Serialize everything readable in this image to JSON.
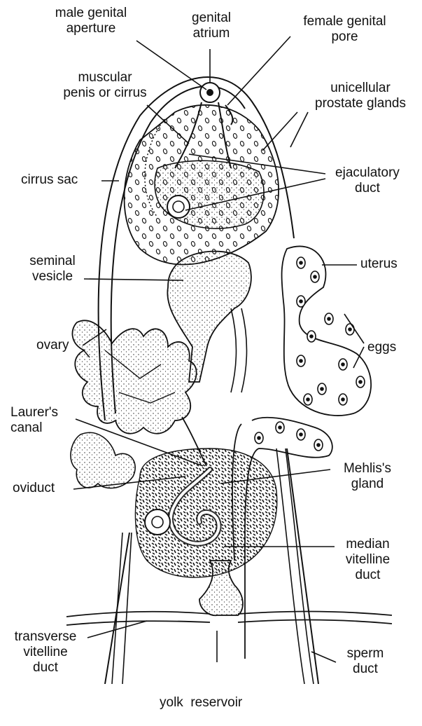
{
  "labels": {
    "male_genital_aperture": [
      "male genital",
      "aperture"
    ],
    "genital_atrium": [
      "genital",
      "atrium"
    ],
    "female_genital_pore": [
      "female genital",
      "pore"
    ],
    "muscular_penis": [
      "muscular",
      "penis or cirrus"
    ],
    "unicellular_prostate": [
      "unicellular",
      "prostate glands"
    ],
    "cirrus_sac": [
      "cirrus sac"
    ],
    "ejaculatory_duct": [
      "ejaculatory",
      "duct"
    ],
    "seminal_vesicle": [
      "seminal",
      "vesicle"
    ],
    "uterus": [
      "uterus"
    ],
    "ovary": [
      "ovary"
    ],
    "eggs": [
      "eggs"
    ],
    "laurers_canal": [
      "Laurer's",
      "canal"
    ],
    "mehlis_gland": [
      "Mehlis's",
      "gland"
    ],
    "oviduct": [
      "oviduct"
    ],
    "median_vitelline_duct": [
      "median",
      "vitelline",
      "duct"
    ],
    "transverse_vitelline_duct": [
      "transverse",
      "vitelline",
      "duct"
    ],
    "yolk_reservoir": [
      "yolk  reservoir"
    ],
    "sperm_duct": [
      "sperm",
      "duct"
    ]
  }
}
